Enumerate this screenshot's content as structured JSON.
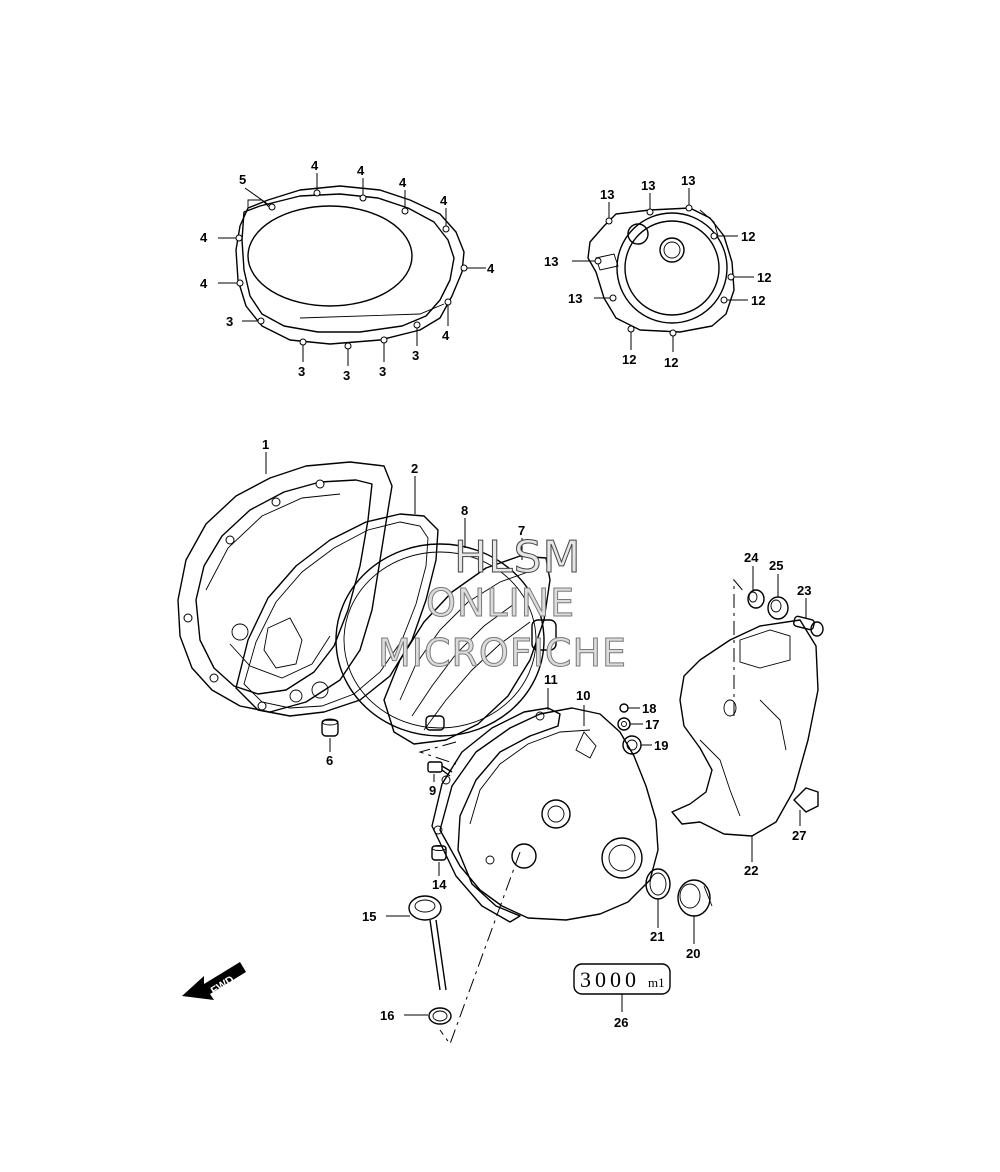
{
  "watermark": {
    "line1": "HLSM",
    "line2": "ONLINE",
    "line3": "MICROFICHE"
  },
  "hour_meter_label": {
    "value": "3000",
    "unit": "m1"
  },
  "fwd_arrow": {
    "text": "FWD",
    "icon": "forward-arrow-icon"
  },
  "callouts": {
    "c1": "1",
    "c2": "2",
    "c3": "3",
    "c4": "4",
    "c5": "5",
    "c6": "6",
    "c7": "7",
    "c8": "8",
    "c9": "9",
    "c10": "10",
    "c11": "11",
    "c12": "12",
    "c13": "13",
    "c14": "14",
    "c15": "15",
    "c16": "16",
    "c17": "17",
    "c18": "18",
    "c19": "19",
    "c20": "20",
    "c21": "21",
    "c22": "22",
    "c23": "23",
    "c24": "24",
    "c25": "25",
    "c26": "26",
    "c27": "27"
  }
}
